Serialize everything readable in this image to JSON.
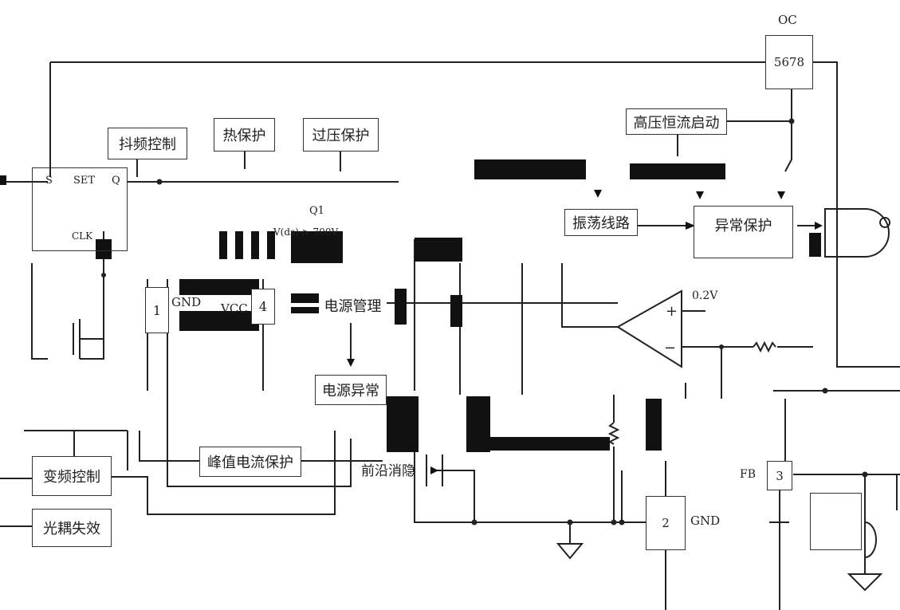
{
  "blocks": {
    "jitter": "抖频控制",
    "thermal": "热保护",
    "ovp": "过压保护",
    "hv_start": "高压恒流启动",
    "osc": "振荡线路",
    "abnormal_prot": "异常保护",
    "power_mgmt": "电源管理",
    "power_abnormal": "电源异常",
    "freq_ctrl": "变频控制",
    "opto_fail": "光耦失效",
    "peak_current": "峰值电流保护",
    "leb": "前沿消隐"
  },
  "pins": {
    "oc_label": "OC",
    "oc_num": "5678",
    "gnd_left_num": "1",
    "gnd_left_label": "GND",
    "vcc_label": "VCC",
    "vcc_num": "4",
    "gnd_num": "2",
    "gnd_label": "GND",
    "fb_label": "FB",
    "fb_num": "3"
  },
  "labels": {
    "q1": "Q1",
    "ref_voltage": "0.2V",
    "comp_plus": "+",
    "comp_minus": "−",
    "latch_s": "S",
    "latch_set": "SET",
    "latch_q": "Q",
    "latch_clk": "CLK",
    "q1_vds": "V(ds) > 700V"
  }
}
